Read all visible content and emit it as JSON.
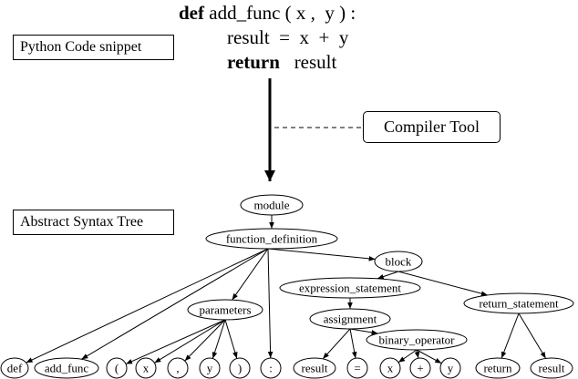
{
  "labels": {
    "code_snippet": "Python Code snippet",
    "ast": "Abstract Syntax Tree",
    "compiler": "Compiler Tool"
  },
  "code": {
    "line1": {
      "keyword": "def",
      "text": " add_func ( x ,  y ) :"
    },
    "line2": {
      "text": "result  =  x  +  y"
    },
    "line3": {
      "keyword": "return",
      "text": "   result"
    }
  },
  "tree": {
    "module": "module",
    "function_definition": "function_definition",
    "block": "block",
    "expression_statement": "expression_statement",
    "parameters": "parameters",
    "return_statement": "return_statement",
    "assignment": "assignment",
    "binary_operator": "binary_operator",
    "def": "def",
    "add_func": "add_func",
    "lparen": "(",
    "x1": "x",
    "comma": ",",
    "y1": "y",
    "rparen": ")",
    "colon": ":",
    "result1": "result",
    "equals": "=",
    "x2": "x",
    "plus": "+",
    "y2": "y",
    "return": "return",
    "result2": "result"
  }
}
